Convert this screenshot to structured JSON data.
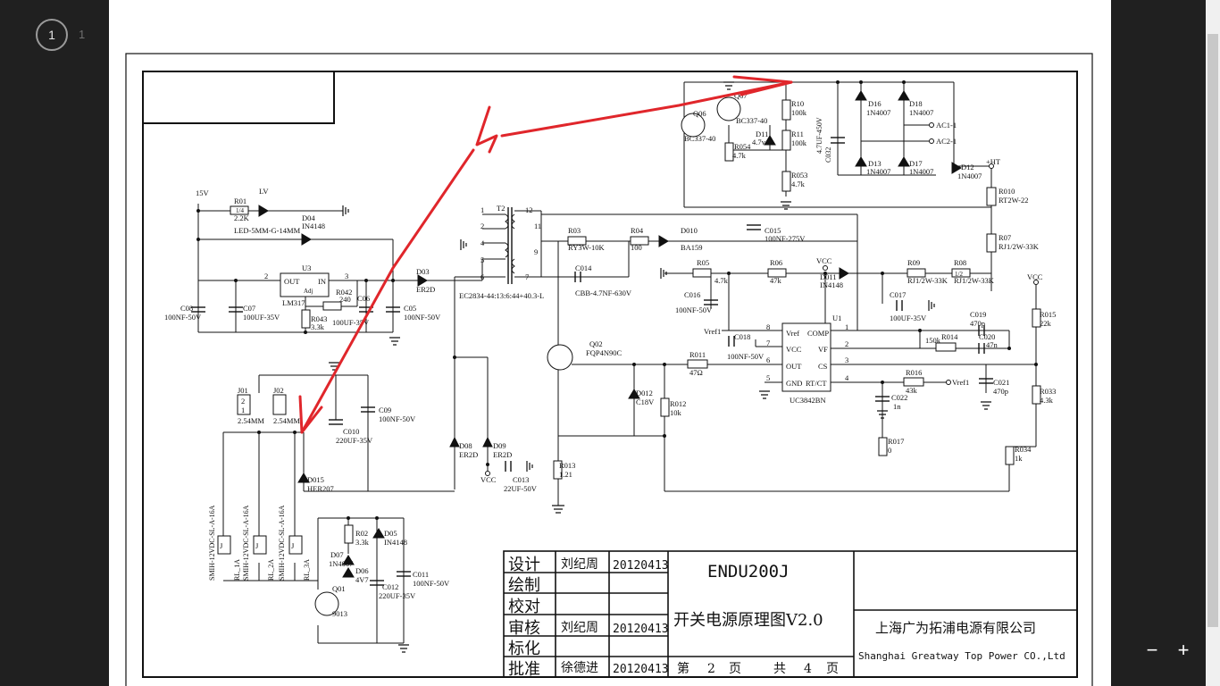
{
  "viewer": {
    "current_page": "1",
    "total_pages": "1",
    "zoom_out": "−",
    "zoom_in": "+"
  },
  "title_block": {
    "roles": [
      "设计",
      "绘制",
      "校对",
      "审核",
      "标化",
      "批准"
    ],
    "names": [
      "刘纪周",
      "",
      "",
      "刘纪周",
      "",
      "徐德进"
    ],
    "dates": [
      "20120413",
      "",
      "",
      "20120413",
      "",
      "20120413"
    ],
    "model": "ENDU200J",
    "drawing_title": "开关电源原理图V2.0",
    "page_di": "第",
    "page_num": "2",
    "page_ye": "页",
    "total_gong": "共",
    "total_num": "4",
    "total_ye": "页",
    "company_cn": "上海广为拓浦电源有限公司",
    "company_en": "Shanghai Greatway Top Power CO.,Ltd"
  },
  "schematic_labels": [
    {
      "id": "15v",
      "text": "15V"
    },
    {
      "id": "r01",
      "text": "R01"
    },
    {
      "id": "r01v",
      "text": "2.2K"
    },
    {
      "id": "lv",
      "text": "LV"
    },
    {
      "id": "led",
      "text": "LED-5MM-G-14MM"
    },
    {
      "id": "d04",
      "text": "D04"
    },
    {
      "id": "d04v",
      "text": "IN4148"
    },
    {
      "id": "u3",
      "text": "U3"
    },
    {
      "id": "out",
      "text": "OUT"
    },
    {
      "id": "in",
      "text": "IN"
    },
    {
      "id": "adj",
      "text": "Adj"
    },
    {
      "id": "lm317",
      "text": "LM317"
    },
    {
      "id": "p2",
      "text": "2"
    },
    {
      "id": "p3",
      "text": "3"
    },
    {
      "id": "r042",
      "text": "R042"
    },
    {
      "id": "r042v",
      "text": "240"
    },
    {
      "id": "r043",
      "text": "R043"
    },
    {
      "id": "r043v",
      "text": "3.3k"
    },
    {
      "id": "c08",
      "text": "C08"
    },
    {
      "id": "c08v",
      "text": "100NF-50V"
    },
    {
      "id": "c07",
      "text": "C07"
    },
    {
      "id": "c07v",
      "text": "100UF-35V"
    },
    {
      "id": "c06",
      "text": "C06"
    },
    {
      "id": "c06v",
      "text": "100UF-35V"
    },
    {
      "id": "c05",
      "text": "C05"
    },
    {
      "id": "c05v",
      "text": "100NF-50V"
    },
    {
      "id": "d03",
      "text": "D03"
    },
    {
      "id": "d03v",
      "text": "ER2D"
    },
    {
      "id": "t2",
      "text": "T2"
    },
    {
      "id": "t2v",
      "text": "EC2834-44:13:6:44+40.3-L"
    },
    {
      "id": "tp1",
      "text": "1"
    },
    {
      "id": "tp2",
      "text": "2"
    },
    {
      "id": "tp4",
      "text": "4"
    },
    {
      "id": "tp5",
      "text": "5"
    },
    {
      "id": "tp6",
      "text": "6"
    },
    {
      "id": "tp7",
      "text": "7"
    },
    {
      "id": "tp9",
      "text": "9"
    },
    {
      "id": "tp11",
      "text": "11"
    },
    {
      "id": "tp12",
      "text": "12"
    },
    {
      "id": "r03",
      "text": "R03"
    },
    {
      "id": "r03v",
      "text": "RY3W-10K"
    },
    {
      "id": "r04",
      "text": "R04"
    },
    {
      "id": "r04v",
      "text": "100"
    },
    {
      "id": "d010",
      "text": "D010"
    },
    {
      "id": "d010v",
      "text": "BA159"
    },
    {
      "id": "c014",
      "text": "C014"
    },
    {
      "id": "c014v",
      "text": "CBB-4.7NF-630V"
    },
    {
      "id": "c015",
      "text": "C015"
    },
    {
      "id": "c015v",
      "text": "100NF-275V"
    },
    {
      "id": "q06",
      "text": "Q06"
    },
    {
      "id": "q06v",
      "text": "BC337-40"
    },
    {
      "id": "q07",
      "text": "Q07"
    },
    {
      "id": "q07v",
      "text": "BC337-40"
    },
    {
      "id": "d11",
      "text": "D11"
    },
    {
      "id": "d11v",
      "text": "4.7v"
    },
    {
      "id": "r054",
      "text": "R054"
    },
    {
      "id": "r054v",
      "text": "4.7k"
    },
    {
      "id": "r10",
      "text": "R10"
    },
    {
      "id": "r10v",
      "text": "100k"
    },
    {
      "id": "r11",
      "text": "R11"
    },
    {
      "id": "r11v",
      "text": "100k"
    },
    {
      "id": "r053",
      "text": "R053"
    },
    {
      "id": "r053v",
      "text": "4.7k"
    },
    {
      "id": "c032",
      "text": "C032"
    },
    {
      "id": "c032v",
      "text": "4.7UF-450V"
    },
    {
      "id": "d16",
      "text": "D16"
    },
    {
      "id": "d16v",
      "text": "1N4007"
    },
    {
      "id": "d18",
      "text": "D18"
    },
    {
      "id": "d18v",
      "text": "1N4007"
    },
    {
      "id": "d13",
      "text": "D13"
    },
    {
      "id": "d13v",
      "text": "1N4007"
    },
    {
      "id": "d17",
      "text": "D17"
    },
    {
      "id": "d17v",
      "text": "1N4007"
    },
    {
      "id": "d12",
      "text": "D12"
    },
    {
      "id": "d12v",
      "text": "1N4007"
    },
    {
      "id": "ac1",
      "text": "AC1-1"
    },
    {
      "id": "ac2",
      "text": "AC2-1"
    },
    {
      "id": "ht",
      "text": "+HT"
    },
    {
      "id": "r010",
      "text": "R010"
    },
    {
      "id": "r010v",
      "text": "RT2W-22"
    },
    {
      "id": "r07",
      "text": "R07"
    },
    {
      "id": "r07v",
      "text": "RJ1/2W-33K"
    },
    {
      "id": "r09",
      "text": "R09"
    },
    {
      "id": "r09v",
      "text": "RJ1/2W-33K"
    },
    {
      "id": "r08",
      "text": "R08"
    },
    {
      "id": "r08v",
      "text": "RJ1/2W-33K"
    },
    {
      "id": "r05",
      "text": "R05"
    },
    {
      "id": "r05v",
      "text": "4.7k"
    },
    {
      "id": "r06",
      "text": "R06"
    },
    {
      "id": "r06v",
      "text": "47k"
    },
    {
      "id": "vcc1",
      "text": "VCC"
    },
    {
      "id": "d011",
      "text": "D011"
    },
    {
      "id": "d011v",
      "text": "IN4148"
    },
    {
      "id": "c016",
      "text": "C016"
    },
    {
      "id": "c016v",
      "text": "100NF-50V"
    },
    {
      "id": "c017",
      "text": "C017"
    },
    {
      "id": "c017v",
      "text": "100UF-35V"
    },
    {
      "id": "c019",
      "text": "C019"
    },
    {
      "id": "c019v",
      "text": "470p"
    },
    {
      "id": "u1",
      "text": "U1"
    },
    {
      "id": "vref",
      "text": "Vref"
    },
    {
      "id": "comp",
      "text": "COMP"
    },
    {
      "id": "vccp",
      "text": "VCC"
    },
    {
      "id": "vf",
      "text": "VF"
    },
    {
      "id": "outp",
      "text": "OUT"
    },
    {
      "id": "cs",
      "text": "CS"
    },
    {
      "id": "gnd",
      "text": "GND"
    },
    {
      "id": "rtct",
      "text": "RT/CT"
    },
    {
      "id": "uc",
      "text": "UC3842BN"
    },
    {
      "id": "u8",
      "text": "8"
    },
    {
      "id": "u7",
      "text": "7"
    },
    {
      "id": "u6",
      "text": "6"
    },
    {
      "id": "u5",
      "text": "5"
    },
    {
      "id": "u1p",
      "text": "1"
    },
    {
      "id": "u2p",
      "text": "2"
    },
    {
      "id": "u3p",
      "text": "3"
    },
    {
      "id": "u4p",
      "text": "4"
    },
    {
      "id": "vref1a",
      "text": "Vref1"
    },
    {
      "id": "c018",
      "text": "C018"
    },
    {
      "id": "c018v",
      "text": "100NF-50V"
    },
    {
      "id": "r014",
      "text": "R014"
    },
    {
      "id": "r014v",
      "text": "150k"
    },
    {
      "id": "c020",
      "text": "C020"
    },
    {
      "id": "c020v",
      "text": "47n"
    },
    {
      "id": "vcc2",
      "text": "VCC"
    },
    {
      "id": "r015",
      "text": "R015"
    },
    {
      "id": "r015v",
      "text": "22k"
    },
    {
      "id": "r033",
      "text": "R033"
    },
    {
      "id": "r033v",
      "text": "4.3k"
    },
    {
      "id": "r016",
      "text": "R016"
    },
    {
      "id": "r016v",
      "text": "43k"
    },
    {
      "id": "vref1b",
      "text": "Vref1"
    },
    {
      "id": "c021",
      "text": "C021"
    },
    {
      "id": "c021v",
      "text": "470p"
    },
    {
      "id": "c022",
      "text": "C022"
    },
    {
      "id": "c022v",
      "text": "1n"
    },
    {
      "id": "r017",
      "text": "R017"
    },
    {
      "id": "r017v",
      "text": "0"
    },
    {
      "id": "r034",
      "text": "R034"
    },
    {
      "id": "r034v",
      "text": "1k"
    },
    {
      "id": "q02",
      "text": "Q02"
    },
    {
      "id": "q02v",
      "text": "FQP4N90C"
    },
    {
      "id": "r011",
      "text": "R011"
    },
    {
      "id": "r011v",
      "text": "47Ω"
    },
    {
      "id": "d012",
      "text": "D012"
    },
    {
      "id": "d012v",
      "text": "C18V"
    },
    {
      "id": "r012",
      "text": "R012"
    },
    {
      "id": "r012v",
      "text": "10k"
    },
    {
      "id": "r013",
      "text": "R013"
    },
    {
      "id": "r013v",
      "text": "1.21"
    },
    {
      "id": "j01",
      "text": "J01"
    },
    {
      "id": "j02",
      "text": "J02"
    },
    {
      "id": "j01v",
      "text": "2.54MM"
    },
    {
      "id": "j02v",
      "text": "2.54MM"
    },
    {
      "id": "c09",
      "text": "C09"
    },
    {
      "id": "c09v",
      "text": "100NF-50V"
    },
    {
      "id": "c010",
      "text": "C010"
    },
    {
      "id": "c010v",
      "text": "220UF-35V"
    },
    {
      "id": "d015",
      "text": "D015"
    },
    {
      "id": "d015v",
      "text": "HER207"
    },
    {
      "id": "d08",
      "text": "D08"
    },
    {
      "id": "d08v",
      "text": "ER2D"
    },
    {
      "id": "d09",
      "text": "D09"
    },
    {
      "id": "d09v",
      "text": "ER2D"
    },
    {
      "id": "vcc3",
      "text": "VCC"
    },
    {
      "id": "c013",
      "text": "C013"
    },
    {
      "id": "c013v",
      "text": "22UF-50V"
    },
    {
      "id": "rl1v",
      "text": "SMIH-12VDC-SL-A-16A"
    },
    {
      "id": "rl2v",
      "text": "SMIH-12VDC-SL-A-16A"
    },
    {
      "id": "rl3v",
      "text": "SMIH-12VDC-SL-A-16A"
    },
    {
      "id": "rl1",
      "text": "RL_1A"
    },
    {
      "id": "rl2",
      "text": "RL_2A"
    },
    {
      "id": "rl3",
      "text": "RL_3A"
    },
    {
      "id": "r02",
      "text": "R02"
    },
    {
      "id": "r02v",
      "text": "3.3k"
    },
    {
      "id": "d05",
      "text": "D05"
    },
    {
      "id": "d05v",
      "text": "IN4148"
    },
    {
      "id": "d07",
      "text": "D07"
    },
    {
      "id": "d07v",
      "text": "1N4007"
    },
    {
      "id": "d06",
      "text": "D06"
    },
    {
      "id": "d06v",
      "text": "4V7"
    },
    {
      "id": "q01",
      "text": "Q01"
    },
    {
      "id": "q01v",
      "text": "9013"
    },
    {
      "id": "c012",
      "text": "C012"
    },
    {
      "id": "c012v",
      "text": "220UF-35V"
    },
    {
      "id": "c011",
      "text": "C011"
    },
    {
      "id": "c011v",
      "text": "100NF-50V"
    },
    {
      "id": "w14",
      "text": "1/4"
    },
    {
      "id": "w12",
      "text": "1/2"
    },
    {
      "id": "j1",
      "text": "J"
    },
    {
      "id": "j2",
      "text": "J"
    },
    {
      "id": "j3",
      "text": "J"
    },
    {
      "id": "jn2",
      "text": "2"
    },
    {
      "id": "jn1",
      "text": "1"
    }
  ],
  "colors": {
    "annotation": "#e0262b",
    "ink": "#111111",
    "viewer_bg": "#202020"
  }
}
